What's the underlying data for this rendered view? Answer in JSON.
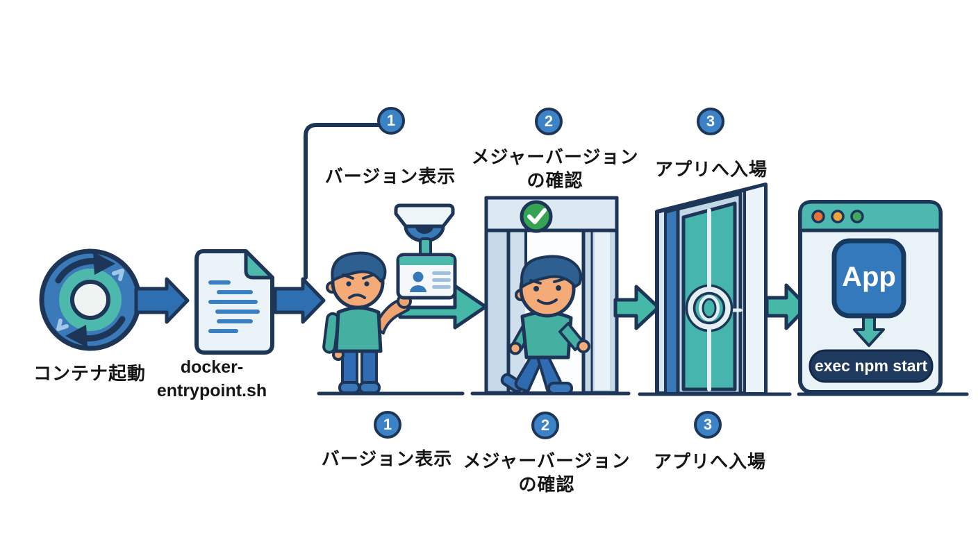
{
  "flow": {
    "start": {
      "label": "コンテナ起動",
      "icon": "restart-cycle-icon"
    },
    "script": {
      "label_line1": "docker-",
      "label_line2": "entrypoint.sh",
      "icon": "script-document-icon"
    },
    "steps": [
      {
        "num": "1",
        "label": "バージョン表示"
      },
      {
        "num": "2",
        "label_line1": "メジャーバージョン",
        "label_line2": "の確認"
      },
      {
        "num": "3",
        "label": "アプリへ入場"
      }
    ],
    "app_window": {
      "app_label": "App",
      "command": "exec npm start",
      "icon": "browser-window-icon"
    },
    "scene_icons": [
      "security-camera-icon",
      "id-badge-icon",
      "security-gate-icon",
      "checkmark-icon",
      "elevator-door-icon",
      "arrow-right-icon"
    ]
  },
  "colors": {
    "outline_navy": "#1d3557",
    "arrow_blue": "#2e6fb2",
    "arrow_teal": "#45b8a8",
    "badge_blue": "#3b82c6",
    "check_green": "#35a452",
    "shirt_teal": "#45b0a2",
    "skin": "#f4ab77",
    "hair_blue": "#2d5f91",
    "pants_blue": "#2f6cb3",
    "browser_header_teal": "#4cb8b0",
    "pill_navy": "#1e3a5f",
    "dot_orange": "#e8713c",
    "dot_yellow": "#eda43f",
    "dot_green": "#3fa95f",
    "panel_light_blue": "#d8e6ef"
  }
}
